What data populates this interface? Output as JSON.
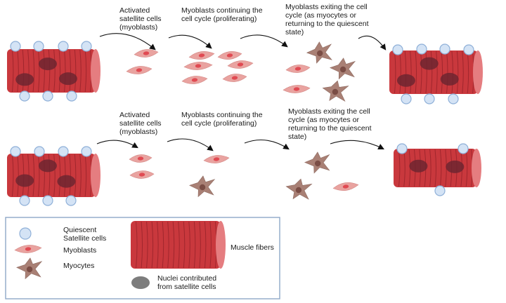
{
  "row1": {
    "label_activated": "Activated\nsatellite cells\n(myoblasts)",
    "label_continuing": "Myoblasts continuing the\ncell cycle (proliferating)",
    "label_exiting": "Myoblasts exiting the cell\ncycle (as myocytes or\nreturning to the quiescent\nstate)"
  },
  "row2": {
    "label_activated": "Activated\nsatellite cells\n(myoblasts)",
    "label_continuing": "Myoblasts continuing the\ncell cycle (proliferating)",
    "label_exiting": "Myoblasts exiting the cell\ncycle (as myocytes or\nreturning to the quiescent\nstate)"
  },
  "legend": {
    "quiescent": "Quiescent\nSatellite cells",
    "myoblasts": "Myoblasts",
    "myocytes": "Myocytes",
    "muscle_fibers": "Muscle fibers",
    "nuclei": "Nuclei contributed\nfrom satellite cells"
  },
  "colors": {
    "fiber": "#c9383d",
    "fiber_stripe": "#8e1f27",
    "fiber_end": "#e57d80",
    "satellite_fill": "#d4e3f5",
    "satellite_stroke": "#8fb0d8",
    "myoblast": "#e9a3a0",
    "myoblast_nucleus": "#e04a52",
    "myocyte": "#a98075",
    "myocyte_nucleus": "#7a4d45",
    "fiber_nucleus": "#6b2430",
    "legend_border": "#8fa7c7"
  }
}
